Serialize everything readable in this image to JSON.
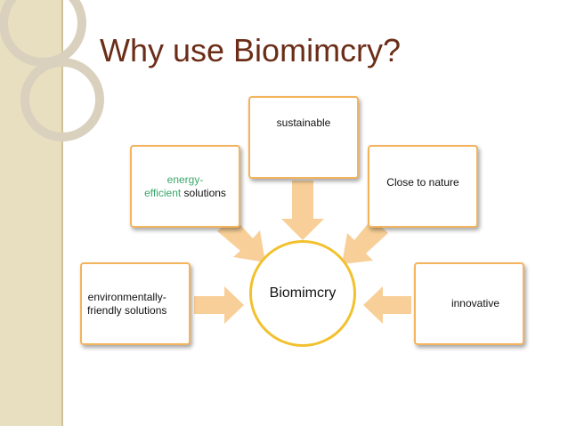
{
  "title": "Why use Biomimcry?",
  "hub": {
    "label": "Biomimcry"
  },
  "nodes": {
    "sustainable": "sustainable",
    "energy_part1": "energy-",
    "energy_part2": "efficient",
    "energy_part3": " solutions",
    "close": "Close to nature",
    "env_line1": "environmentally-",
    "env_line2": "friendly solutions",
    "innovative": "innovative"
  },
  "colors": {
    "title": "#6b2d17",
    "border": "#f4b35d",
    "hub_border": "#f2c12e",
    "arrow": "#f8cf98",
    "highlight_text": "#3aa66a",
    "sidebar": "#e8dfc1"
  }
}
